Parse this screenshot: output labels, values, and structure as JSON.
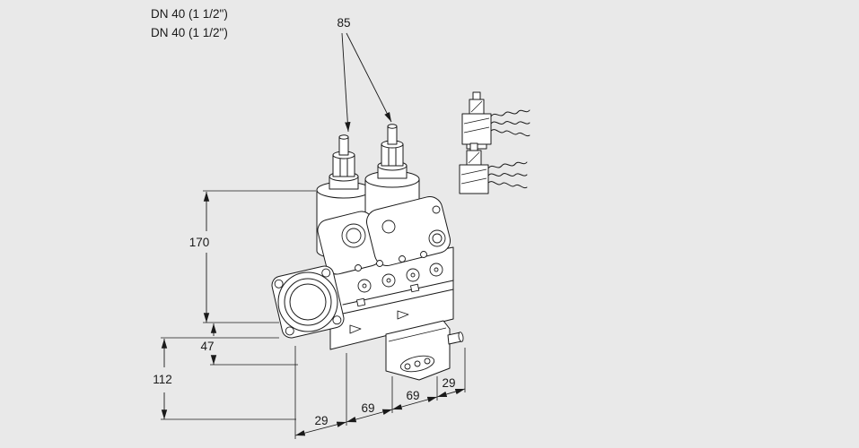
{
  "colors": {
    "background": "#e9e9e9",
    "line": "#1a1a1a",
    "fill": "#ffffff"
  },
  "labels": {
    "pipe_size_line1": "DN 40 (1 1/2\")",
    "pipe_size_line2": "DN 40 (1 1/2\")"
  },
  "dimensions": {
    "axis_spacing_mm": "85",
    "height_upper_mm": "170",
    "height_axis_to_base_mm": "47",
    "height_lower_mm": "112",
    "length_flange_mm": "29",
    "length_section1_mm": "69",
    "length_section2_mm": "69",
    "length_port_mm": "29"
  }
}
